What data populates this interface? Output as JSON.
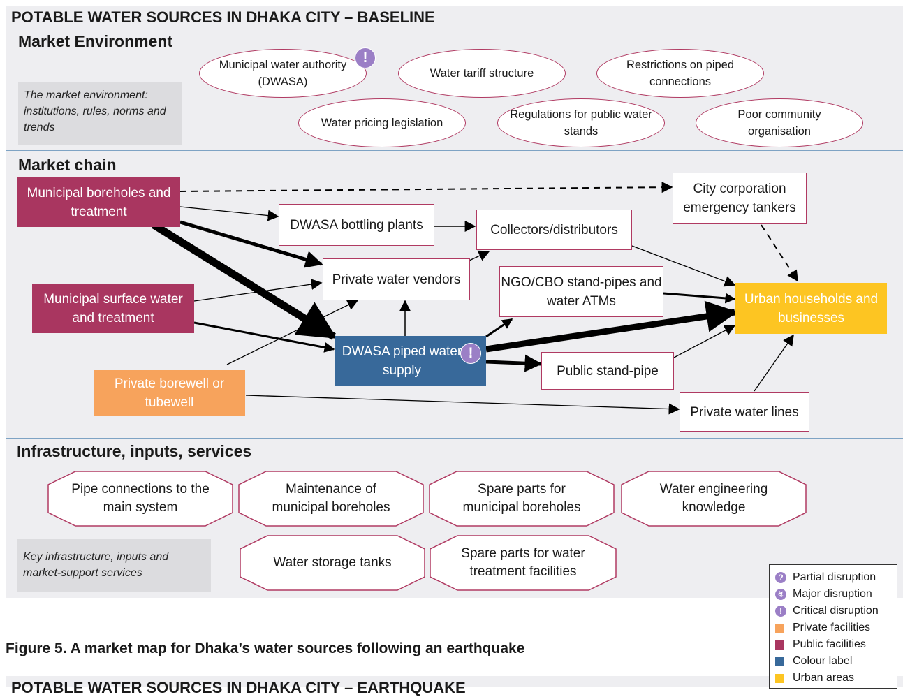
{
  "title": "POTABLE WATER SOURCES IN DHAKA CITY – BASELINE",
  "market_environment": {
    "heading": "Market Environment",
    "note": "The market environment: institutions, rules, norms and trends",
    "items": [
      "Municipal water authority (DWASA)",
      "Water tariff structure",
      "Restrictions on piped connections",
      "Water pricing legislation",
      "Regulations for public water stands",
      "Poor community organisation"
    ]
  },
  "market_chain": {
    "heading": "Market chain",
    "nodes": {
      "boreholes": "Municipal boreholes and treatment",
      "surface": "Municipal surface water and treatment",
      "borewell": "Private borewell or tubewell",
      "bottling": "DWASA bottling plants",
      "vendors": "Private water vendors",
      "dwasa_piped": "DWASA piped water supply",
      "collectors": "Collectors/distributors",
      "ngo": "NGO/CBO stand-pipes and water ATMs",
      "public_pipe": "Public stand-pipe",
      "private_lines": "Private water lines",
      "tankers": "City corporation emergency tankers",
      "urban": "Urban households and businesses"
    }
  },
  "infrastructure": {
    "heading": "Infrastructure, inputs, services",
    "note": "Key infrastructure, inputs and market-support services",
    "items": [
      "Pipe connections to the main system",
      "Maintenance of municipal boreholes",
      "Spare parts for municipal boreholes",
      "Water engineering knowledge",
      "Water storage tanks",
      "Spare parts for water treatment facilities"
    ]
  },
  "figure_caption": "Figure 5. A market map for Dhaka’s water sources following an earthquake",
  "next_title": "POTABLE WATER SOURCES IN DHAKA CITY – EARTHQUAKE",
  "legend": [
    {
      "label": "Partial disruption",
      "icon": "question-icon",
      "glyph": "?",
      "color": "#9b7fc6"
    },
    {
      "label": "Major disruption",
      "icon": "lightning-icon",
      "glyph": "↯",
      "color": "#9b7fc6"
    },
    {
      "label": "Critical disruption",
      "icon": "exclamation-icon",
      "glyph": "!",
      "color": "#9b7fc6"
    },
    {
      "label": "Private facilities",
      "icon": "orange-swatch",
      "color": "#f7a35c"
    },
    {
      "label": "Public facilities",
      "icon": "maroon-swatch",
      "color": "#a93660"
    },
    {
      "label": "Colour label",
      "icon": "blue-swatch",
      "color": "#38699a"
    },
    {
      "label": "Urban areas",
      "icon": "yellow-swatch",
      "color": "#fdc522"
    }
  ],
  "badge_glyph": "!"
}
